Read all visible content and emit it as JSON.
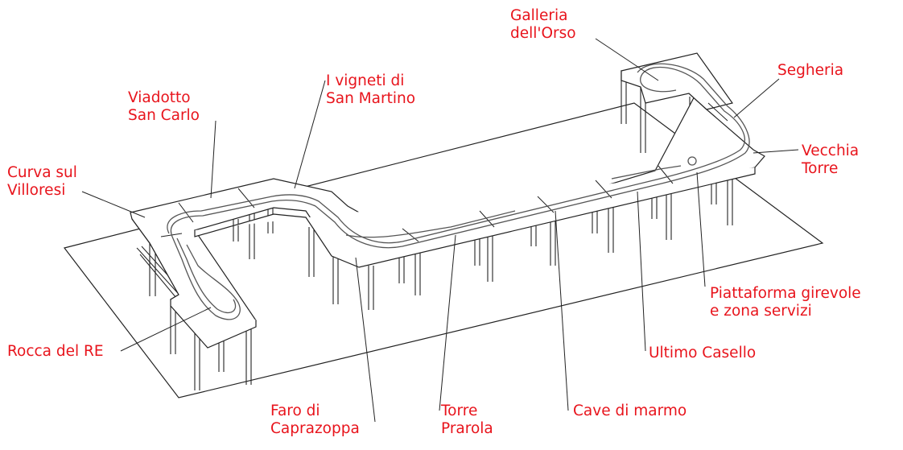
{
  "labels": {
    "galleria": {
      "l1": "Galleria",
      "l2": "dell'Orso"
    },
    "segheria": {
      "l1": "Segheria"
    },
    "vecchia": {
      "l1": "Vecchia",
      "l2": "Torre"
    },
    "vigneti": {
      "l1": "I vigneti di",
      "l2": "San Martino"
    },
    "viadotto": {
      "l1": "Viadotto",
      "l2": "San Carlo"
    },
    "curva": {
      "l1": "Curva sul",
      "l2": "Villoresi"
    },
    "piattaforma": {
      "l1": "Piattaforma girevole",
      "l2": "e zona servizi"
    },
    "rocca": {
      "l1": "Rocca del RE"
    },
    "ultimo": {
      "l1": "Ultimo Casello"
    },
    "faro": {
      "l1": "Faro di",
      "l2": "Caprazoppa"
    },
    "torre": {
      "l1": "Torre",
      "l2": "Prarola"
    },
    "cave": {
      "l1": "Cave di marmo"
    }
  },
  "colors": {
    "label": "#e8141c",
    "line": "#222222",
    "track": "#666666"
  }
}
